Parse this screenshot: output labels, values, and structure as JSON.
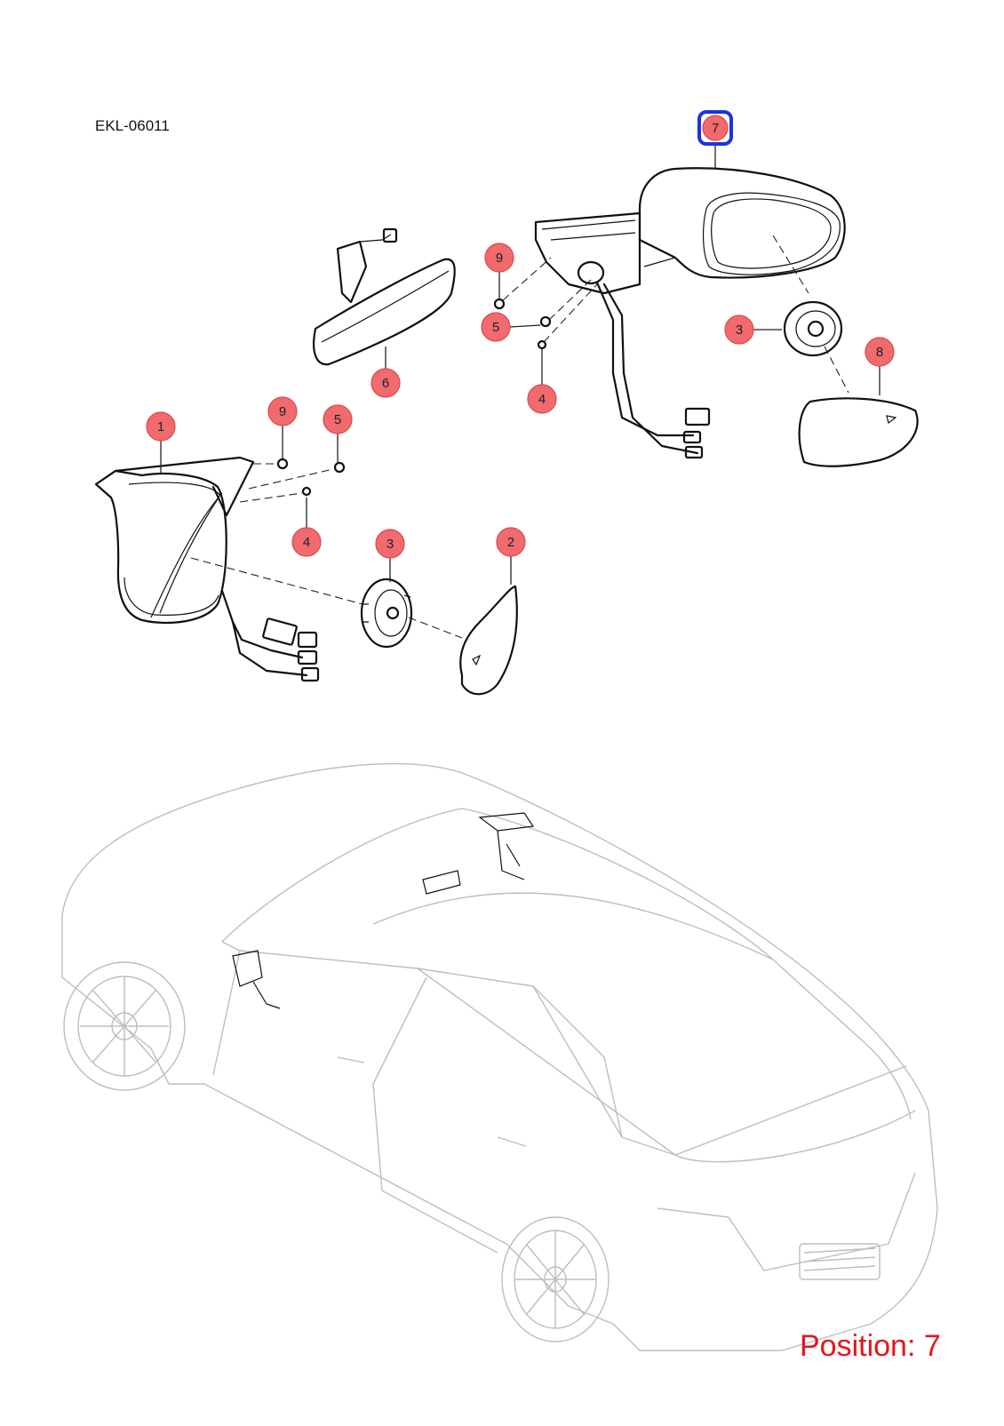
{
  "document": {
    "code": "EKL-06011"
  },
  "selection": {
    "position_label": "Position: 7",
    "selected_part": "7"
  },
  "colors": {
    "callout_fill": "#f06a6e",
    "callout_stroke": "#d94a4f",
    "selected_outline": "#1a33e0",
    "position_text": "#e8141b"
  },
  "callouts": [
    {
      "id": "callout-1",
      "label": "1"
    },
    {
      "id": "callout-2",
      "label": "2"
    },
    {
      "id": "callout-3-left",
      "label": "3"
    },
    {
      "id": "callout-3-right",
      "label": "3"
    },
    {
      "id": "callout-4-left",
      "label": "4"
    },
    {
      "id": "callout-4-right",
      "label": "4"
    },
    {
      "id": "callout-5-left",
      "label": "5"
    },
    {
      "id": "callout-5-right",
      "label": "5"
    },
    {
      "id": "callout-6",
      "label": "6"
    },
    {
      "id": "callout-7",
      "label": "7"
    },
    {
      "id": "callout-8",
      "label": "8"
    },
    {
      "id": "callout-9-left",
      "label": "9"
    },
    {
      "id": "callout-9-right",
      "label": "9"
    }
  ]
}
